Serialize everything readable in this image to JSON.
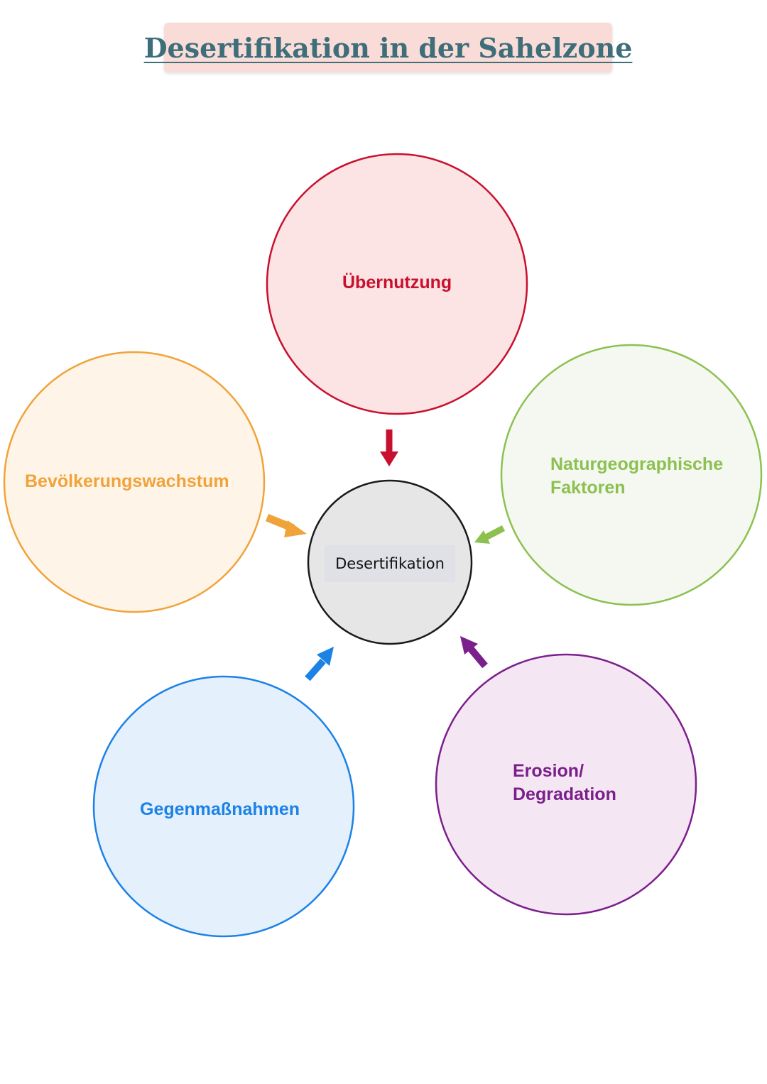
{
  "title": "Desertifikation in der Sahelzone",
  "center": {
    "label": "Desertifikation",
    "fill": "#e6e6e6",
    "stroke": "#1a1a1a"
  },
  "nodes": {
    "uebernutzung": {
      "label": "Übernutzung",
      "color": "#c8102e",
      "fill": "#fce4e4"
    },
    "bevoelkerung": {
      "label": "Bevölkerungswachstum",
      "color": "#f0a33a",
      "fill": "#fff4e8"
    },
    "natur": {
      "line1": "Naturgeographische",
      "line2": "Faktoren",
      "color": "#8cc151",
      "fill": "#f4f8f0"
    },
    "erosion": {
      "line1": "Erosion/",
      "line2": "Degradation",
      "color": "#7b1f8c",
      "fill": "#f4e6f2"
    },
    "gegen": {
      "label": "Gegenmaßnahmen",
      "color": "#1c82e6",
      "fill": "#e4f0fc"
    }
  },
  "arrows": {
    "uebernutzung": "#c8102e",
    "bevoelkerung": "#f0a33a",
    "natur": "#8cc151",
    "erosion": "#7b1f8c",
    "gegen": "#1c82e6"
  }
}
